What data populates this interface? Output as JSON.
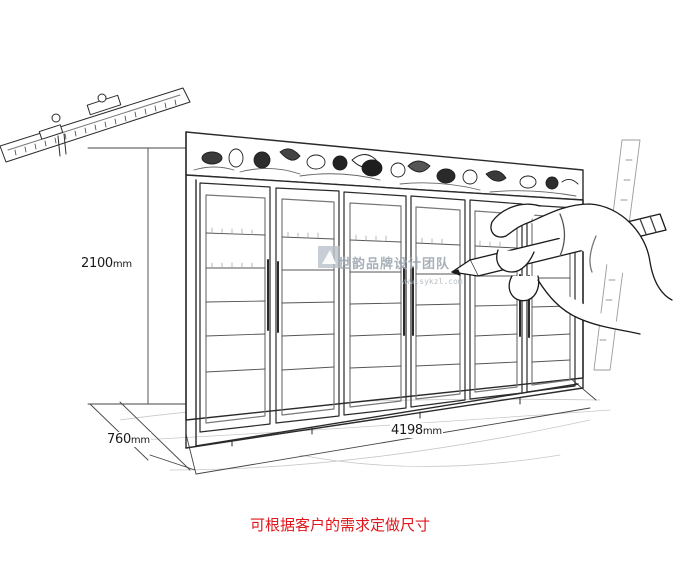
{
  "dimensions": {
    "height": "2100",
    "depth": "760",
    "width": "4198",
    "unit": "mm"
  },
  "caption": "可根据客户的需求定做尺寸",
  "caption_color": "#e0161a",
  "watermark": {
    "text": "世韵品牌设计团队",
    "url": "www.sykzl.com"
  }
}
